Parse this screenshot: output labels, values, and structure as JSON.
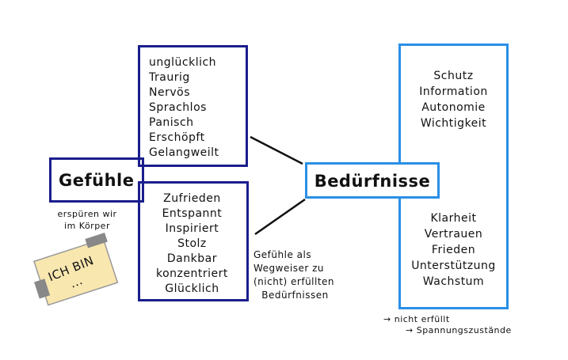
{
  "gefuehle": {
    "title": "Gefühle",
    "subtitle_line1": "erspüren wir",
    "subtitle_line2": "im Körper"
  },
  "note": {
    "line1": "ICH BIN",
    "line2": "..."
  },
  "negative_feelings": [
    "unglücklich",
    "Traurig",
    "Nervös",
    "Sprachlos",
    "Panisch",
    "Erschöpft",
    "Gelangweilt"
  ],
  "positive_feelings": [
    "Zufrieden",
    "Entspannt",
    "Inspiriert",
    "Stolz",
    "Dankbar",
    "konzentriert",
    "Glücklich"
  ],
  "caption": [
    "Gefühle als",
    "Wegweiser zu",
    "(nicht) erfüllten",
    "Bedürfnissen"
  ],
  "beduerfnisse": {
    "title": "Bedürfnisse"
  },
  "needs_top": [
    "Schutz",
    "Information",
    "Autonomie",
    "Wichtigkeit"
  ],
  "needs_bottom": [
    "Klarheit",
    "Vertrauen",
    "Frieden",
    "Unterstützung",
    "Wachstum"
  ],
  "footnote": {
    "line1": "nicht erfüllt",
    "line2": "Spannungszustände"
  },
  "colors": {
    "navy": "#1a1e8c",
    "blue": "#2a8fe6",
    "note": "#f9e7b0"
  }
}
